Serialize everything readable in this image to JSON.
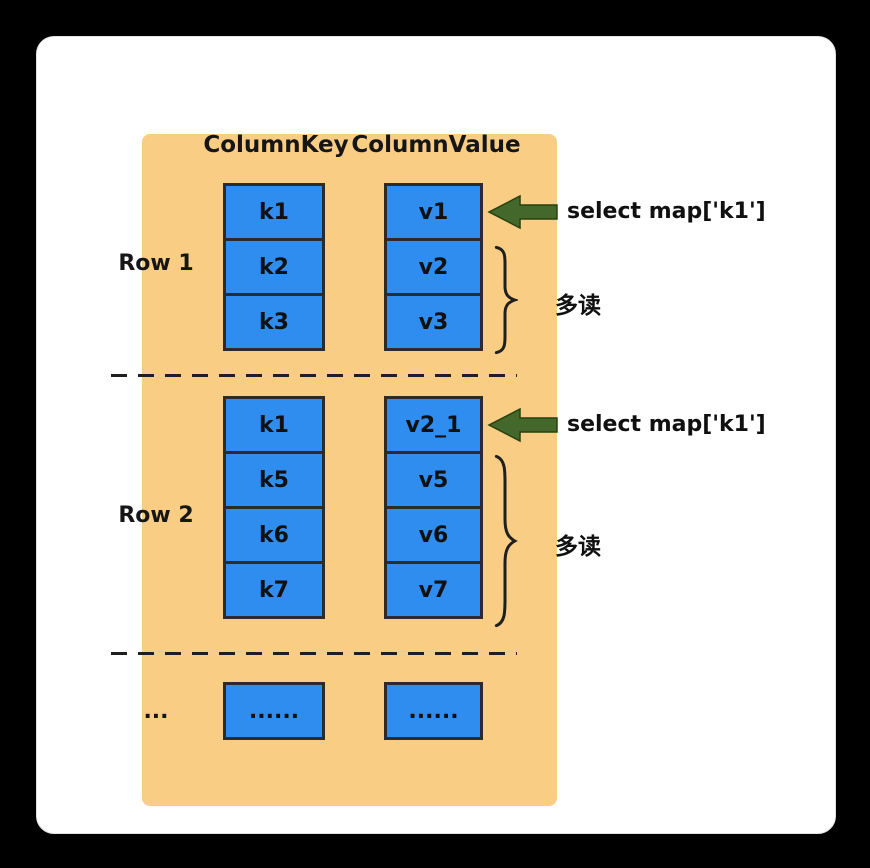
{
  "table": {
    "column_key_header": "ColumnKey",
    "column_value_header": "ColumnValue",
    "rows": [
      {
        "label": "Row 1",
        "keys": [
          "k1",
          "k2",
          "k3"
        ],
        "values": [
          "v1",
          "v2",
          "v3"
        ]
      },
      {
        "label": "Row 2",
        "keys": [
          "k1",
          "k5",
          "k6",
          "k7"
        ],
        "values": [
          "v2_1",
          "v5",
          "v6",
          "v7"
        ]
      },
      {
        "label": "...",
        "keys": [
          "......"
        ],
        "values": [
          "......"
        ]
      }
    ]
  },
  "annotations": {
    "select_row1": "select map['k1']",
    "select_row2": "select map['k1']",
    "multi_read_row1": "多读",
    "multi_read_row2": "多读"
  },
  "colors": {
    "background": "#000000",
    "card": "#ffffff",
    "panel": "#FACD85",
    "cell_fill": "#2E8DEE",
    "cell_border": "#2b2b2b",
    "arrow": "#44682B",
    "text": "#1a1a1a"
  }
}
